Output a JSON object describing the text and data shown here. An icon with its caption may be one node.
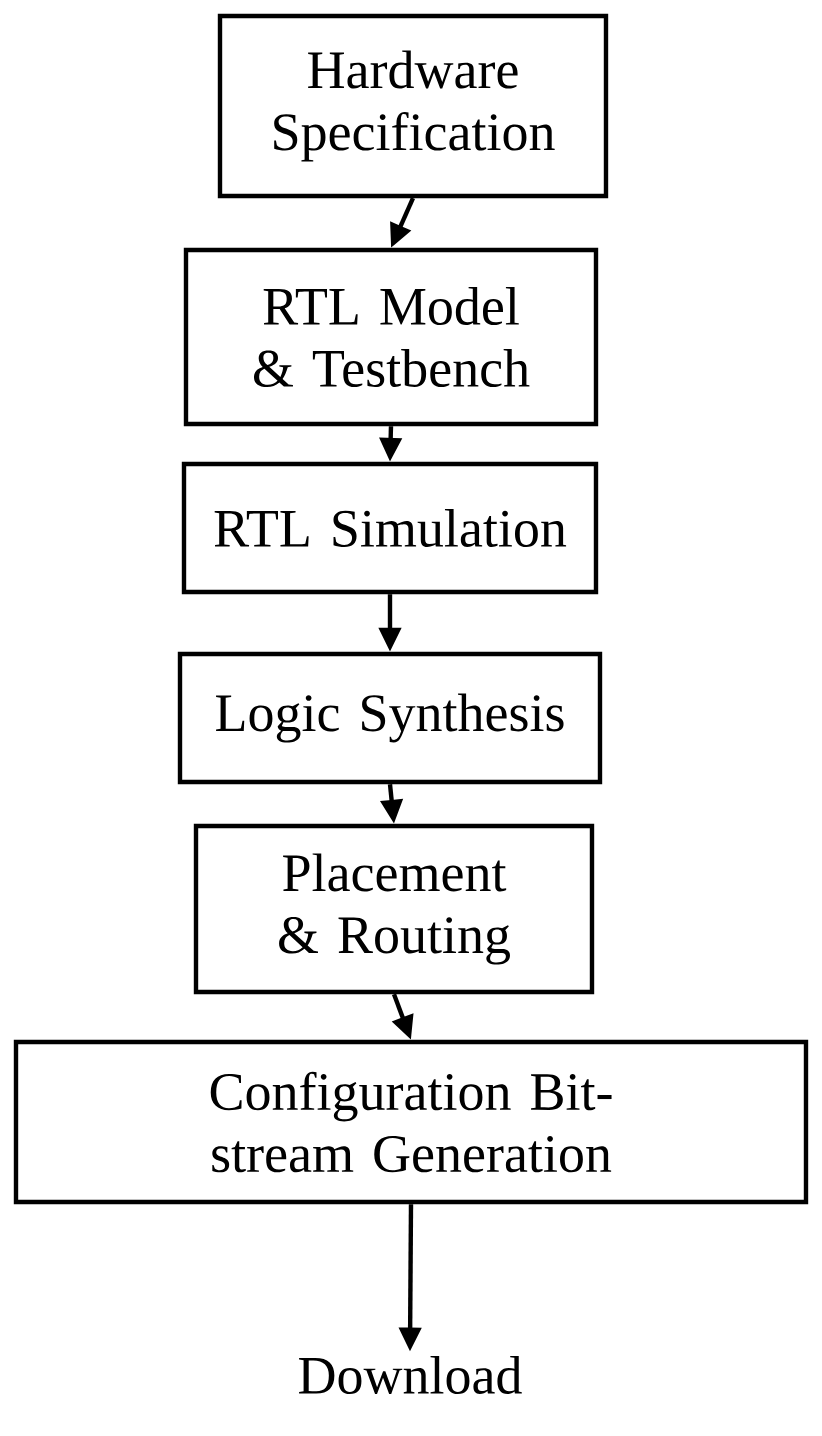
{
  "diagram": {
    "nodes": [
      {
        "text": [
          "Hardware Specification"
        ]
      },
      {
        "text": [
          "RTL Model & Testbench"
        ]
      },
      {
        "text": [
          "RTL Simulation"
        ]
      },
      {
        "text": [
          "Logic Synthesis"
        ]
      },
      {
        "text": [
          "Placement & Routing"
        ]
      },
      {
        "text": [
          "Configuration Bit-stream Generation"
        ]
      },
      {
        "text": [
          "Download"
        ]
      }
    ],
    "edges": [
      {
        "from": 0,
        "to": 1,
        "arrow": "to"
      },
      {
        "from": 1,
        "to": 2,
        "arrow": "to"
      },
      {
        "from": 2,
        "to": 3,
        "arrow": "to"
      },
      {
        "from": 3,
        "to": 4,
        "arrow": "to"
      },
      {
        "from": 4,
        "to": 5,
        "arrow": "to"
      },
      {
        "from": 5,
        "to": 6,
        "arrow": "to"
      }
    ]
  }
}
